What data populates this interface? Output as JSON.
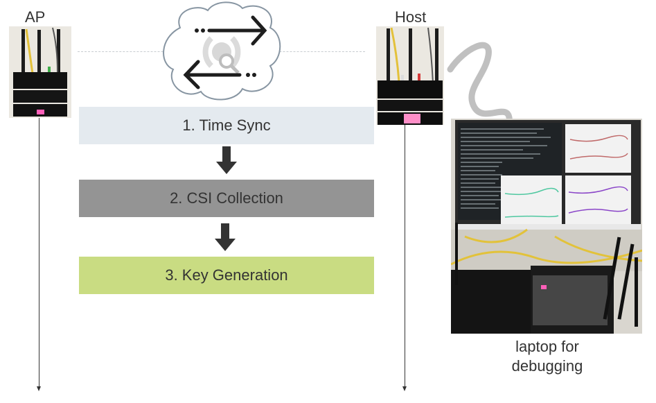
{
  "nodes": {
    "ap": {
      "label": "AP"
    },
    "host": {
      "label": "Host"
    }
  },
  "channel": {
    "icon": "wireless-exchange-cloud-icon",
    "description": "bidirectional wireless exchange"
  },
  "steps": [
    {
      "label": "1. Time Sync",
      "color": "#e4eaef"
    },
    {
      "label": "2. CSI Collection",
      "color": "#949494"
    },
    {
      "label": "3. Key Generation",
      "color": "#c9dc82"
    }
  ],
  "flow_arrow_color": "#333333",
  "laptop": {
    "caption_line1": "laptop for",
    "caption_line2": "debugging"
  }
}
